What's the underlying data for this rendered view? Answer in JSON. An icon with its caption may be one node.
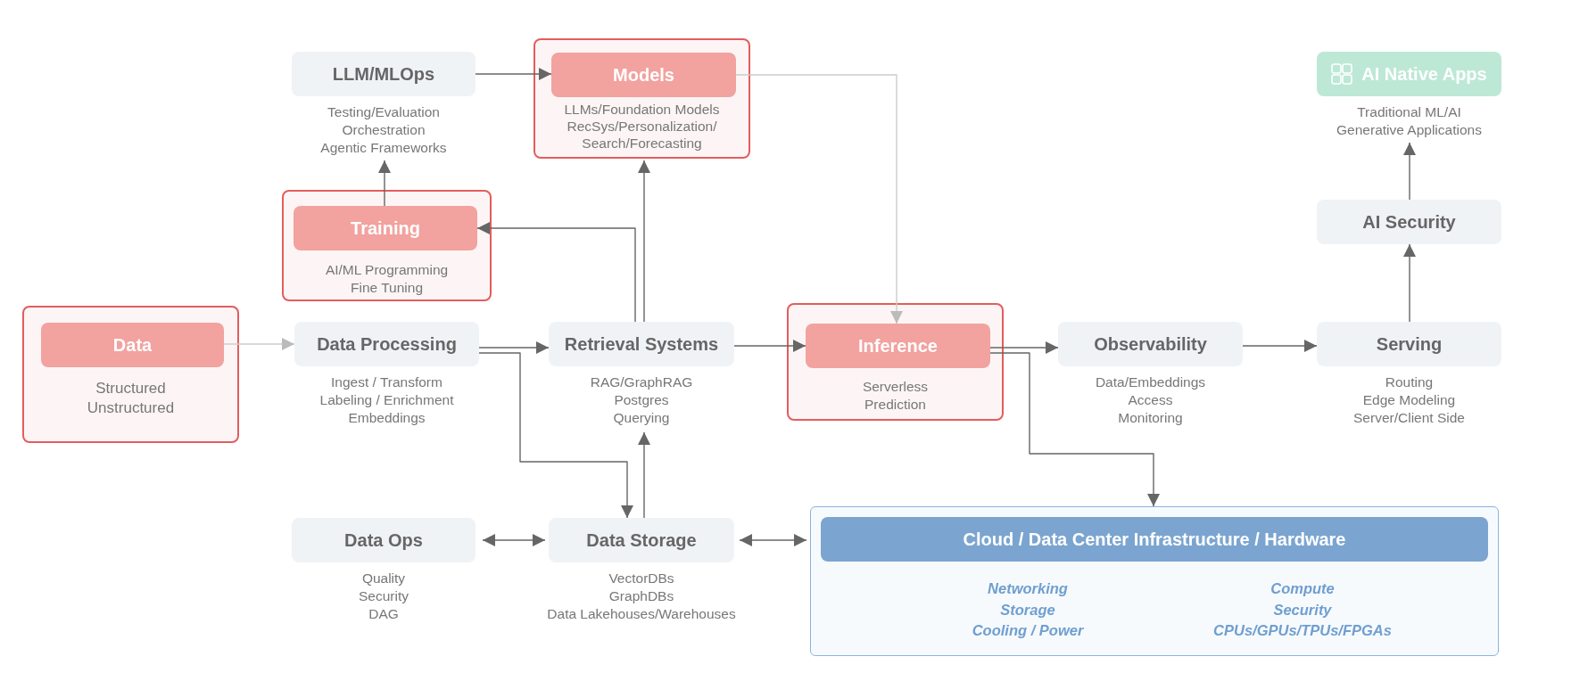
{
  "diagram": {
    "nodes": [
      {
        "text": [
          "LLM/MLOps",
          "Testing/Evaluation",
          "Orchestration",
          "Agentic Frameworks"
        ]
      },
      {
        "text": [
          "LLMs/Foundation Models",
          "RecSys/Personalization/ Search/Forecasting"
        ]
      },
      {
        "text": [
          "Models"
        ],
        "in": 1
      },
      {
        "text": [
          "AI Native Apps",
          "Traditional ML/AI",
          "Generative Applications"
        ]
      },
      {
        "text": [
          "AI/ML Programming",
          "Fine Tuning"
        ]
      },
      {
        "text": [
          "Training"
        ],
        "in": 4
      },
      {
        "text": [
          "AI Security"
        ]
      },
      {
        "text": [
          "Structured",
          "Unstructured"
        ]
      },
      {
        "text": [
          "Data"
        ],
        "in": 7
      },
      {
        "text": [
          "Data Processing",
          "Ingest / Transform",
          "Labeling / Enrichment",
          "Embeddings"
        ]
      },
      {
        "text": [
          "Retrieval Systems",
          "RAG/GraphRAG",
          "Postgres",
          "Querying"
        ]
      },
      {
        "text": [
          "Serverless",
          "Prediction"
        ]
      },
      {
        "text": [
          "Inference"
        ],
        "in": 11
      },
      {
        "text": [
          "Observability",
          "Data/Embeddings",
          "Access",
          "Monitoring"
        ]
      },
      {
        "text": [
          "Serving",
          "Routing",
          "Edge Modeling",
          "Server/Client Side"
        ]
      },
      {
        "text": [
          "Data Ops",
          "Quality",
          "Security",
          "DAG"
        ]
      },
      {
        "text": [
          "Data Storage",
          "VectorDBs",
          "GraphDBs",
          "Data Lakehouses/Warehouses"
        ]
      },
      {
        "text": [
          "Networking",
          "Storage",
          "Cooling / Power",
          "Compute",
          "Security",
          "CPUs/GPUs/TPUs/FPGAs"
        ]
      },
      {
        "text": [
          "Cloud / Data Center Infrastructure / Hardware"
        ],
        "in": 17
      }
    ],
    "edges": [
      {
        "from": 0,
        "to": 2,
        "arrow": "to"
      },
      {
        "from": 2,
        "to": 12,
        "arrow": "to",
        "color": "#cccccc"
      },
      {
        "from": 5,
        "to": 0,
        "arrow": "to"
      },
      {
        "from": 10,
        "to": 5,
        "arrow": "to"
      },
      {
        "from": 10,
        "to": 1,
        "arrow": "to"
      },
      {
        "from": 8,
        "to": 9,
        "arrow": "to",
        "color": "#cccccc"
      },
      {
        "from": 9,
        "to": 10,
        "arrow": "to"
      },
      {
        "from": 9,
        "to": 16,
        "arrow": "to"
      },
      {
        "from": 16,
        "to": 10,
        "arrow": "to"
      },
      {
        "from": 10,
        "to": 12,
        "arrow": "to"
      },
      {
        "from": 12,
        "to": 13,
        "arrow": "to"
      },
      {
        "from": 12,
        "to": 17,
        "arrow": "to"
      },
      {
        "from": 13,
        "to": 14,
        "arrow": "to"
      },
      {
        "from": 14,
        "to": 6,
        "arrow": "to"
      },
      {
        "from": 6,
        "to": 3,
        "arrow": "to"
      },
      {
        "from": 15,
        "to": 16,
        "arrow": "both"
      },
      {
        "from": 16,
        "to": 17,
        "arrow": "both"
      }
    ]
  }
}
